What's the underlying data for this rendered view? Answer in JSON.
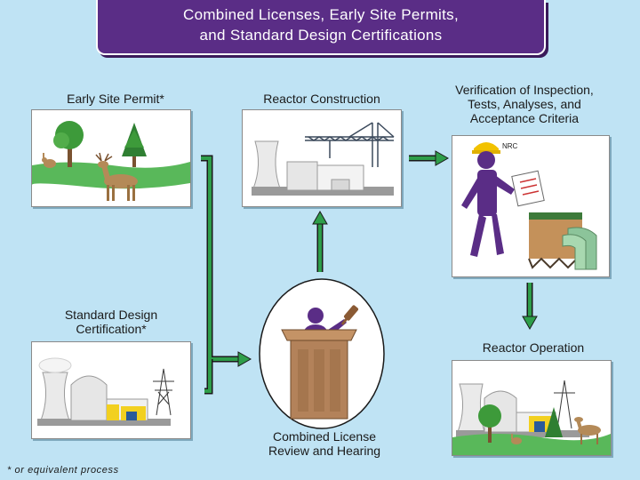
{
  "title": {
    "line1": "Combined Licenses, Early Site Permits,",
    "line2": "and Standard Design Certifications"
  },
  "nodes": {
    "early_site_permit": "Early Site Permit*",
    "reactor_construction": "Reactor Construction",
    "verification": [
      "Verification of Inspection,",
      "Tests, Analyses, and",
      "Acceptance Criteria"
    ],
    "standard_design": [
      "Standard Design",
      "Certification*"
    ],
    "reactor_operation": "Reactor Operation",
    "combined_license": [
      "Combined License",
      "Review and Hearing"
    ]
  },
  "nrc_badge": "NRC",
  "footnote": "* or equivalent process",
  "colors": {
    "title_bg": "#5a2d86",
    "arrow": "#2e9e4a",
    "background": "#bfe3f4",
    "figure": "#5a2d86"
  },
  "icons": [
    "tree-icon",
    "deer-icon",
    "rabbit-icon",
    "crane-icon",
    "cooling-tower-icon",
    "power-line-tower-icon",
    "gavel-icon",
    "hard-hat-icon",
    "clipboard-icon"
  ]
}
